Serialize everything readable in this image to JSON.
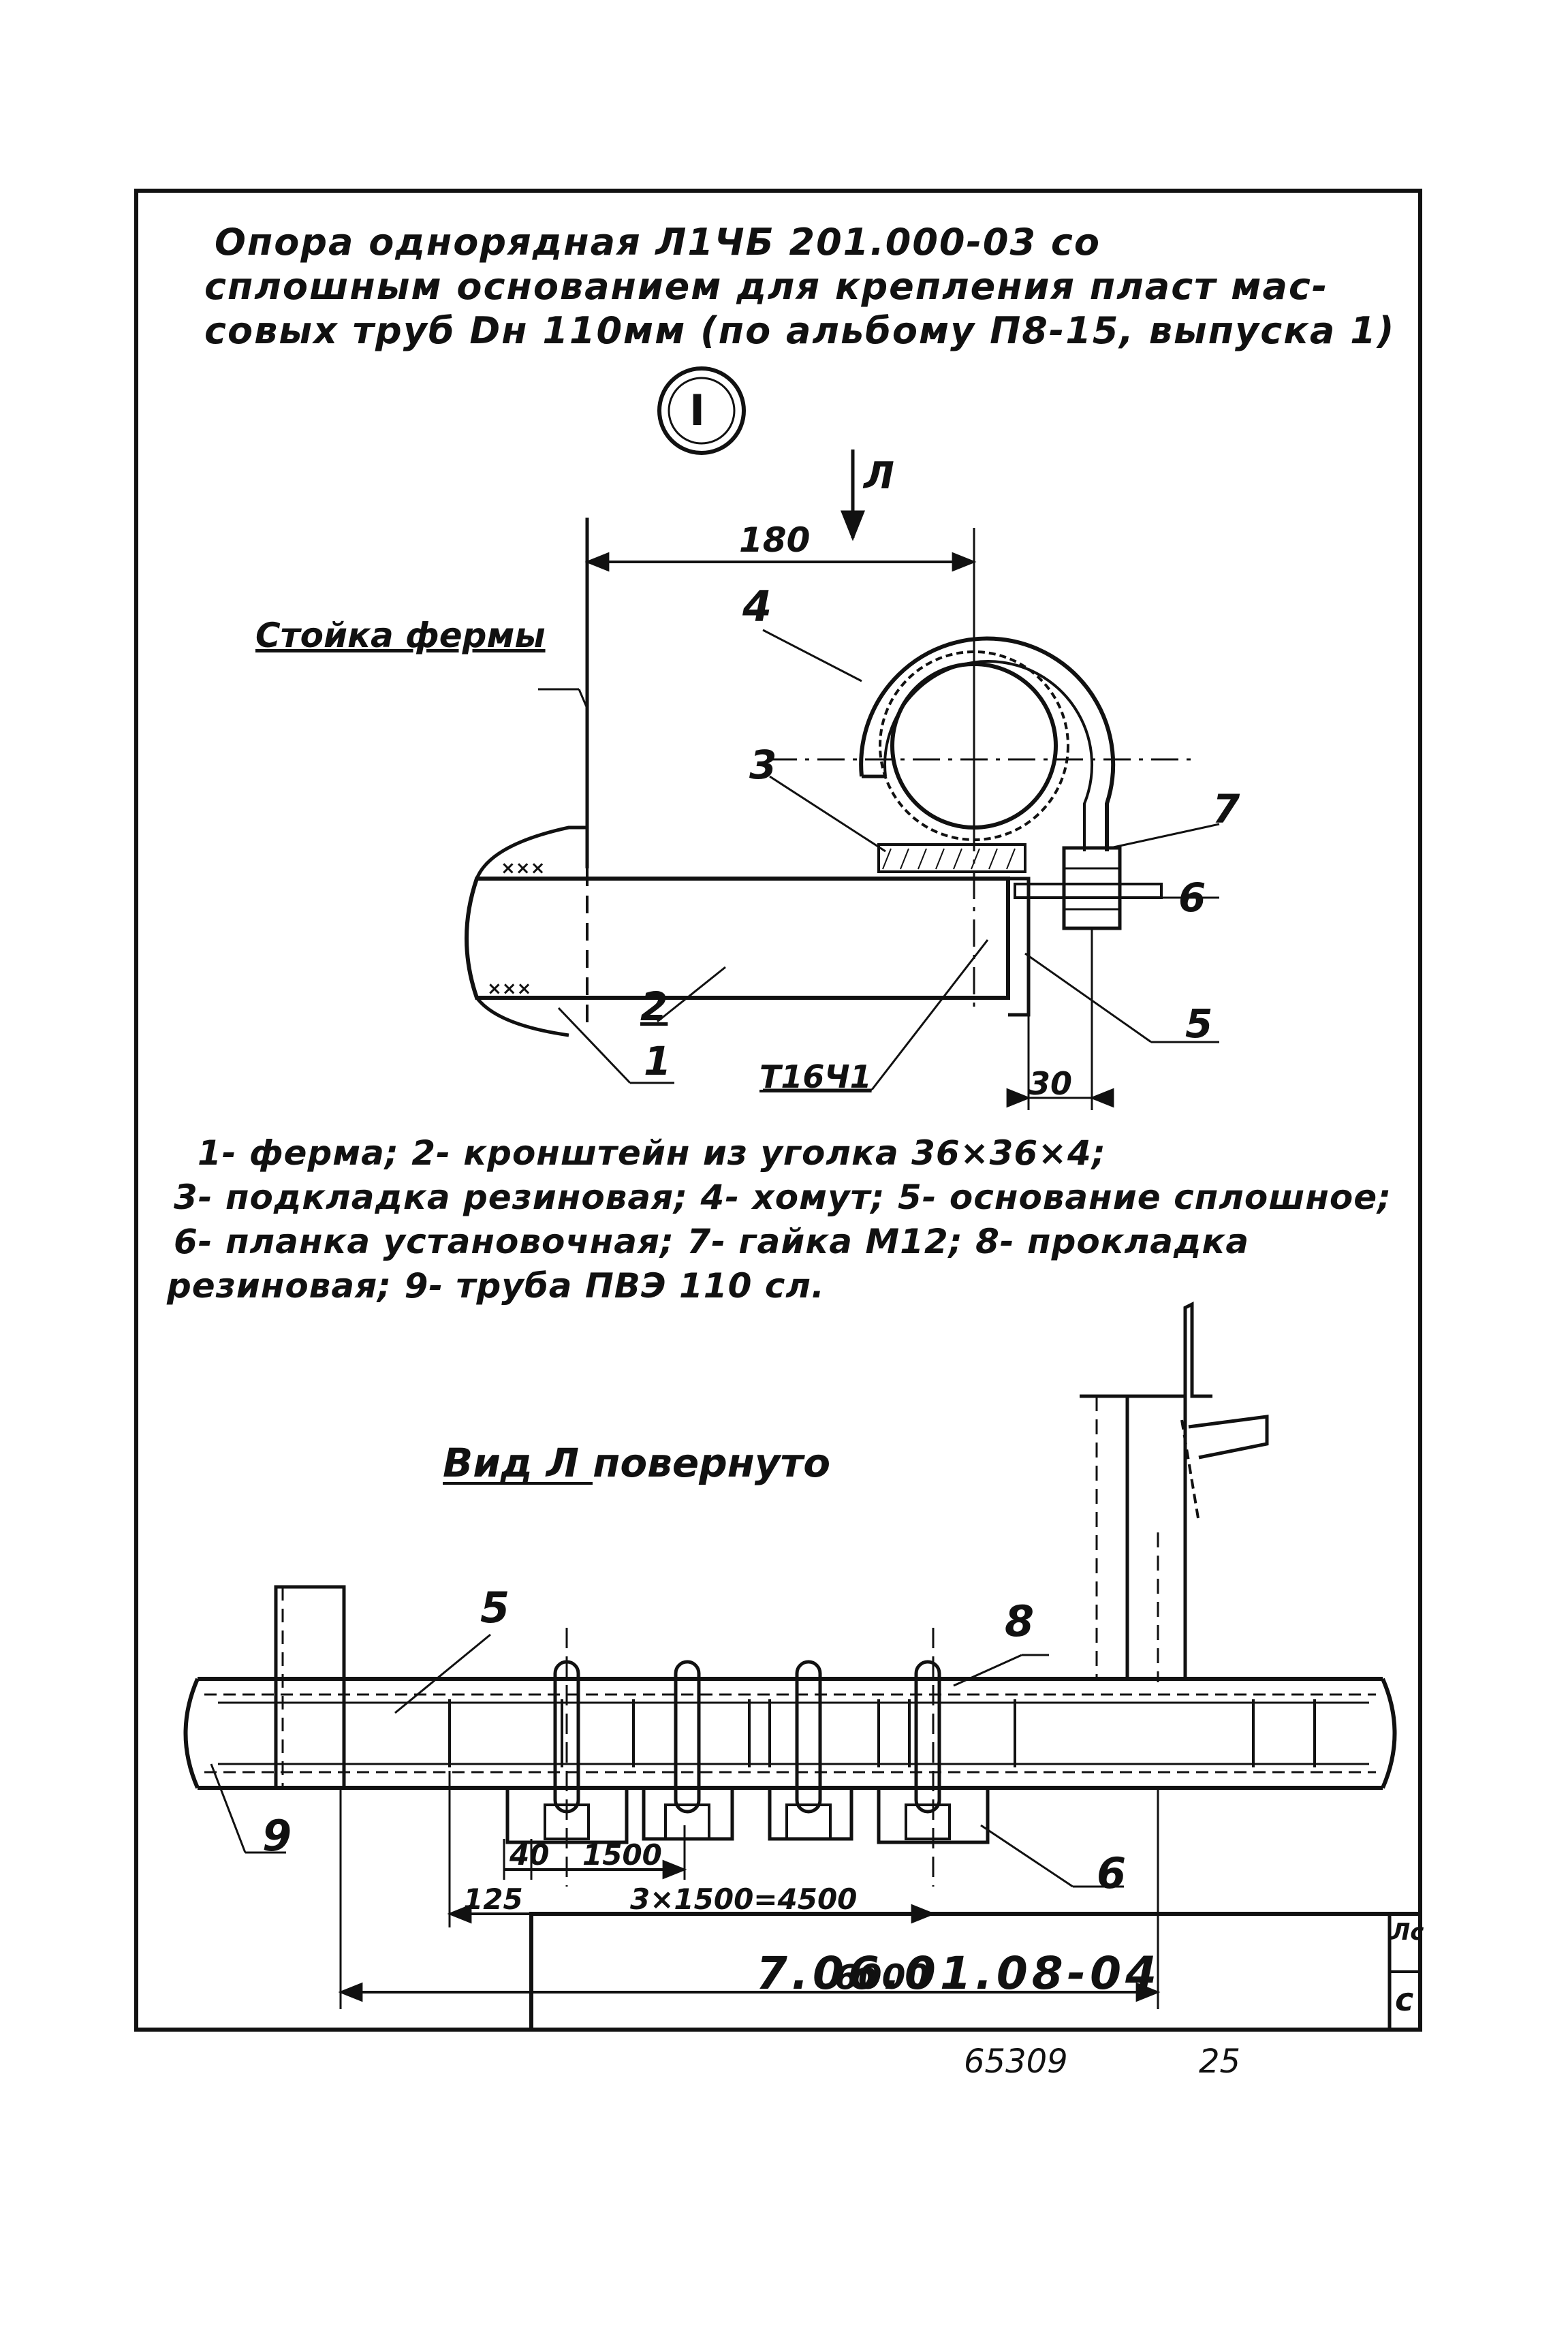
{
  "title": {
    "line1": "Опора однорядная Л1ЧБ 201.000-03 со",
    "line2": "сплошным основанием для крепления пласт мас-",
    "line3": "совых труб Dн 110мм (по альбому П8-15, выпуска 1)"
  },
  "section_marker": "I",
  "view_arrow_label": "Л",
  "top_view": {
    "post_label": "Стойка фермы",
    "dim_180": "180",
    "dim_30": "30",
    "mark_t16": "Т16Ч1",
    "callouts": {
      "c1": "1",
      "c2": "2",
      "c3": "3",
      "c4": "4",
      "c5": "5",
      "c6": "6",
      "c7": "7"
    }
  },
  "legend": {
    "line1": "1- ферма; 2- кронштейн из уголка 36×36×4;",
    "line2": "3- подкладка резиновая; 4- хомут; 5- основание сплошное;",
    "line3": "6- планка установочная; 7- гайка М12; 8- прокладка",
    "line4": "резиновая; 9- труба ПВЭ 110 сл."
  },
  "bottom_view": {
    "title": "Вид Л повернуто",
    "callouts": {
      "c5": "5",
      "c8": "8",
      "c9": "9",
      "c6": "6"
    },
    "dim_40": "40",
    "dim_1500": "1500",
    "dim_125": "125",
    "dim_3x1500": "3×1500=4500",
    "dim_6000": "6000"
  },
  "stamp": {
    "code": "7.06.01.08-04",
    "side_top": "Лс",
    "side_bottom": "с"
  },
  "footer": {
    "number": "65309",
    "page": "25"
  }
}
